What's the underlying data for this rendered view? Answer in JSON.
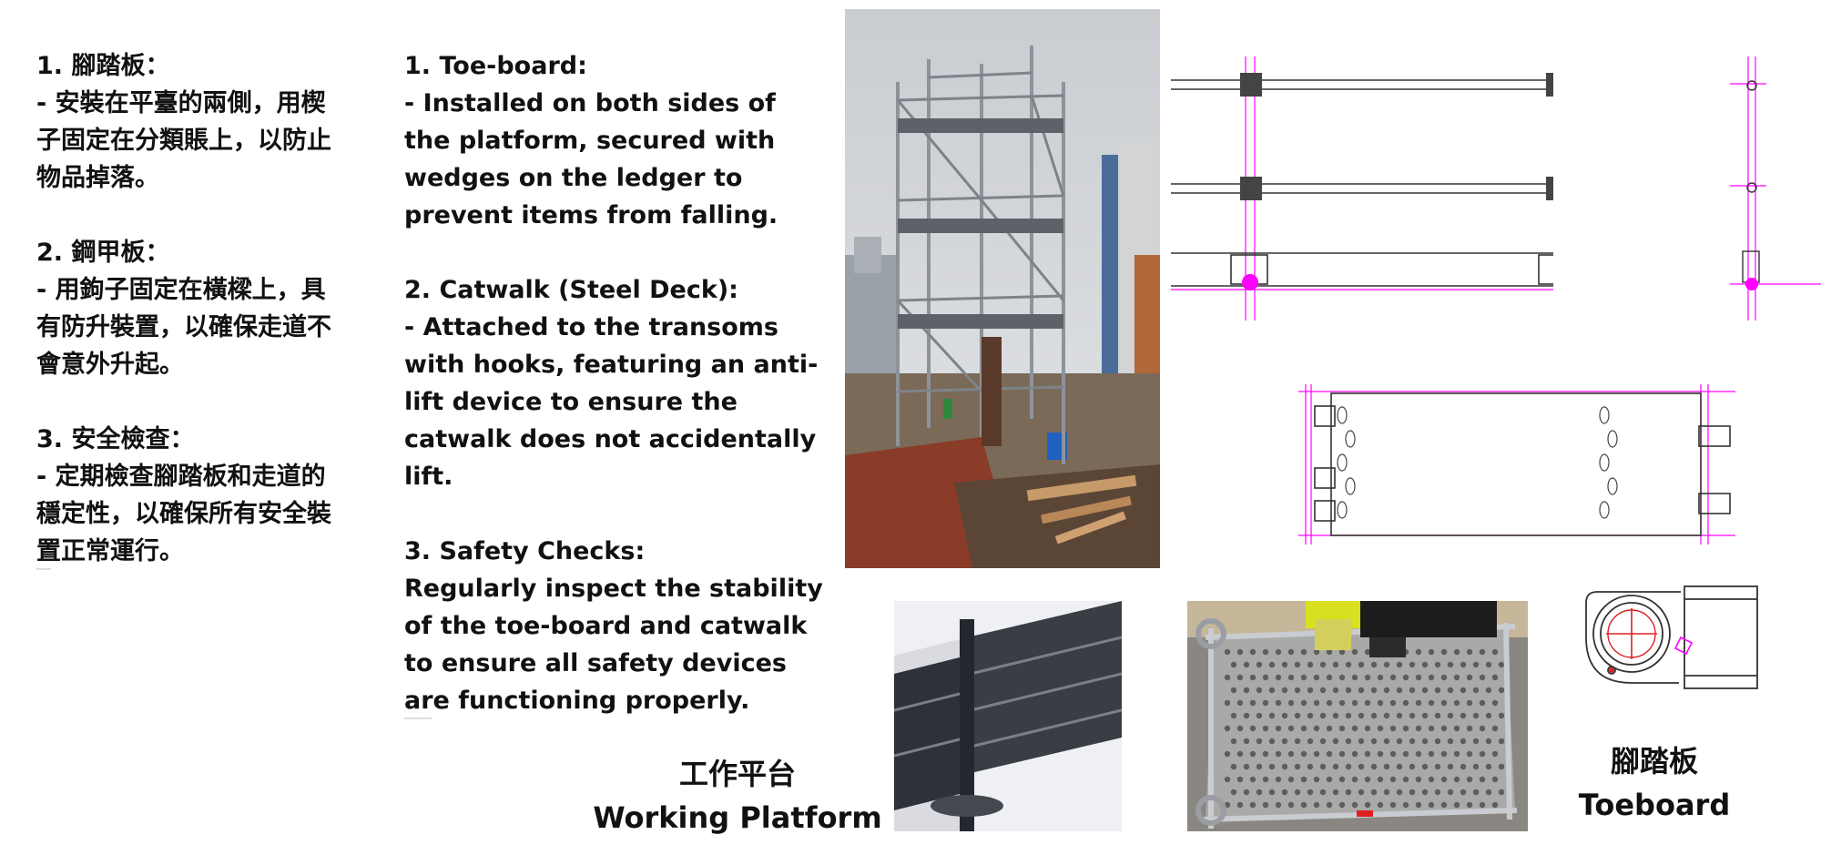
{
  "chinese_notes": [
    {
      "heading": "1. 腳踏板：",
      "lines": [
        "- 安裝在平臺的兩側，用楔",
        "子固定在分類賬上，以防止",
        "物品掉落。"
      ]
    },
    {
      "heading": "2. 鋼甲板：",
      "lines": [
        "- 用鉤子固定在橫樑上，具",
        "有防升裝置，以確保走道不",
        "會意外升起。"
      ]
    },
    {
      "heading": "3. 安全檢查：",
      "lines": [
        "- 定期檢查腳踏板和走道的",
        "穩定性，以確保所有安全裝",
        "置正常運行。"
      ]
    }
  ],
  "english_notes": [
    {
      "heading": "1. Toe-board:",
      "lines": [
        "- Installed on both sides of",
        "the platform, secured with",
        "wedges on the ledger to",
        "prevent items from falling."
      ]
    },
    {
      "heading": "2. Catwalk (Steel Deck):",
      "lines": [
        "- Attached to the transoms",
        "with hooks, featuring an anti-",
        "lift device to ensure the",
        "catwalk does not accidentally",
        "lift."
      ]
    },
    {
      "heading": "3. Safety Checks:",
      "lines": [
        "Regularly inspect the stability",
        "of the toe-board and catwalk",
        "to ensure all safety devices",
        "are functioning properly."
      ]
    }
  ],
  "captions": {
    "platform_zh": "工作平台",
    "platform_en": "Working Platform",
    "toeboard_zh": "腳踏板",
    "toeboard_en": "Toeboard"
  },
  "colors": {
    "text": "#111111",
    "cad_magenta": "#ff00ff",
    "cad_line": "#333333",
    "red_mark": "#e02020"
  }
}
